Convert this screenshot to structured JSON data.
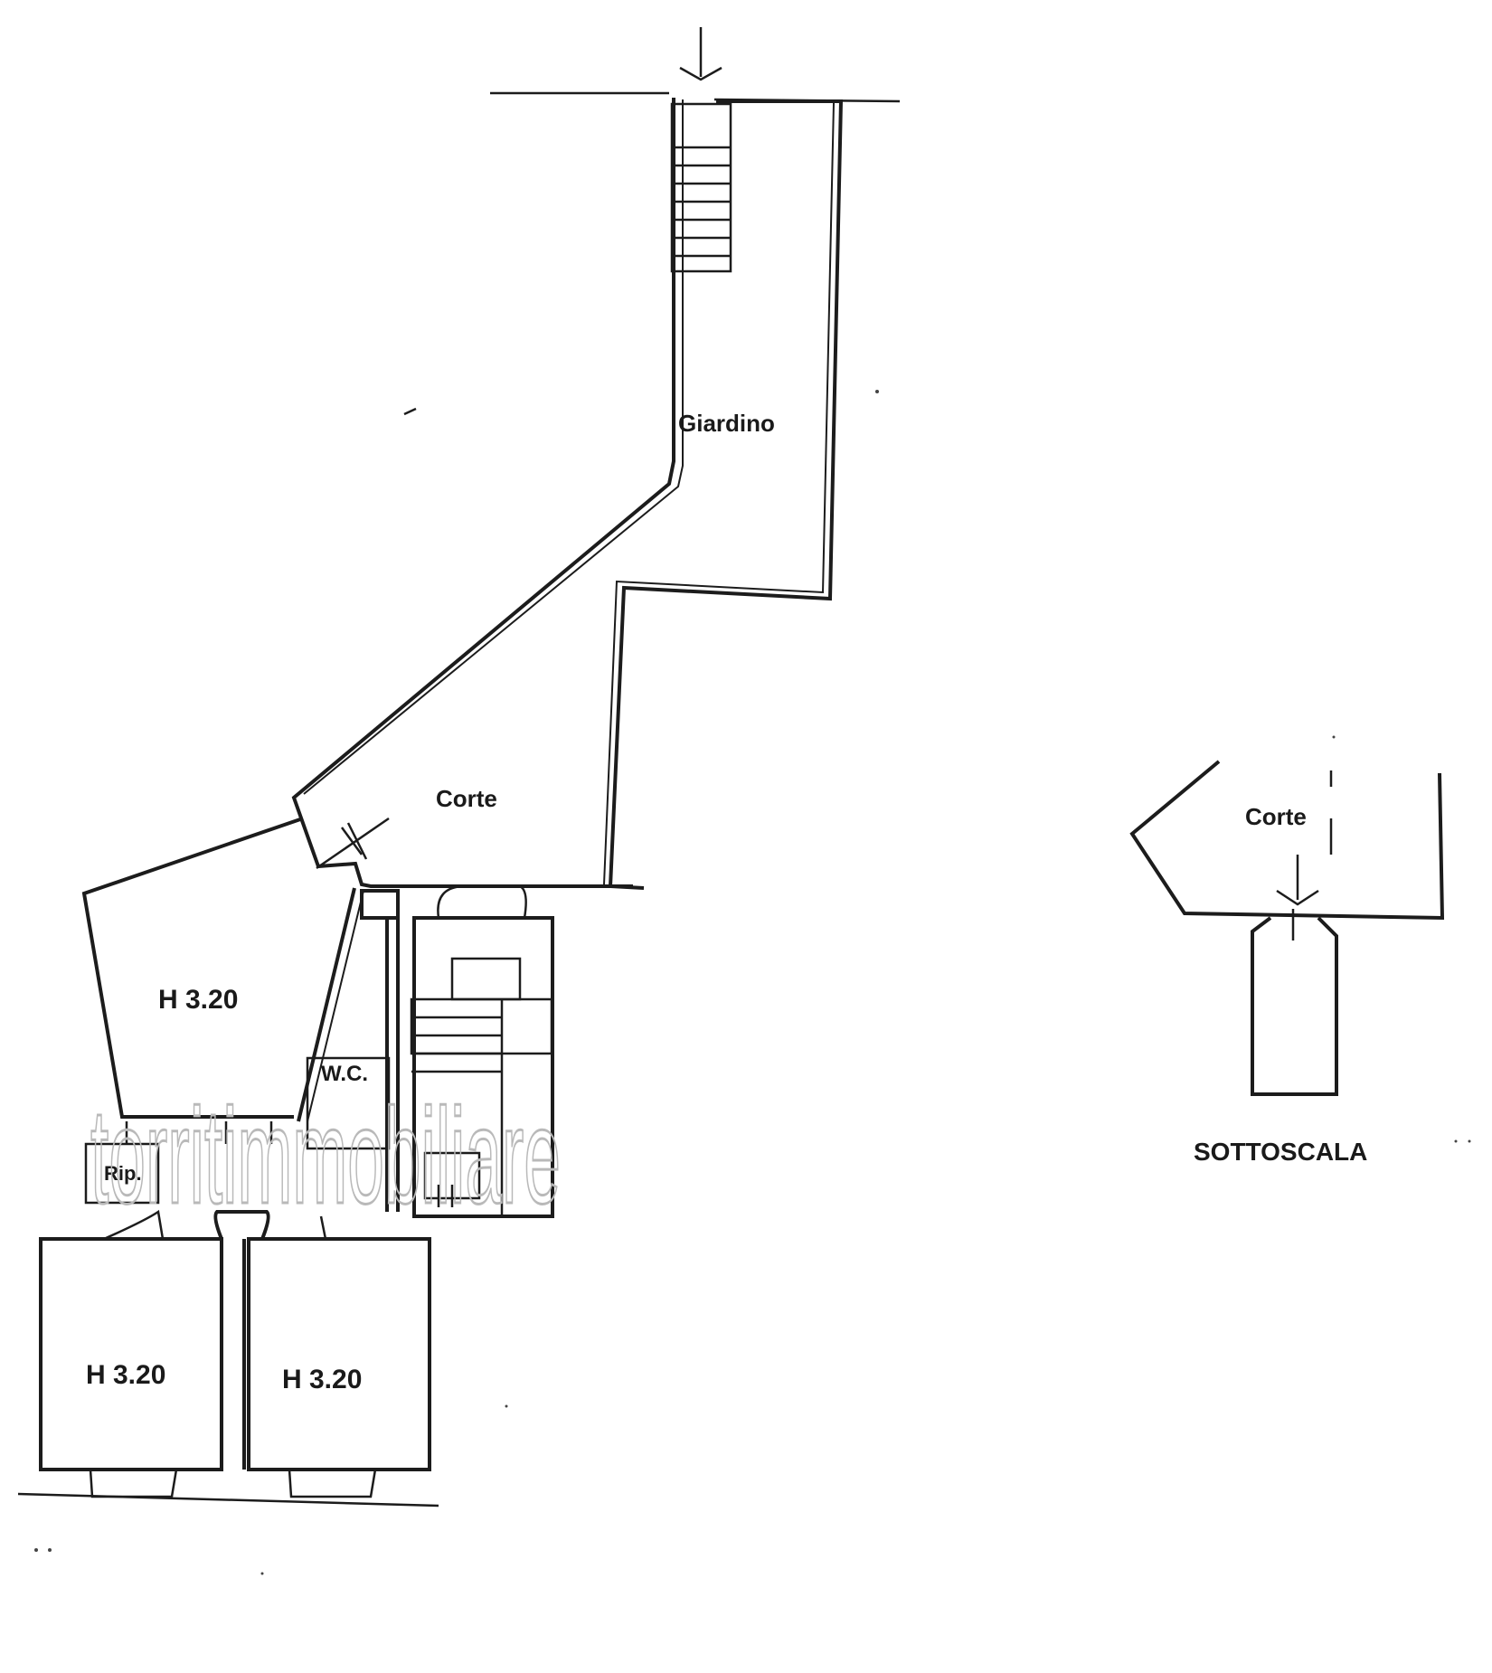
{
  "plan": {
    "rooms": {
      "giardino": "Giardino",
      "corte_main": "Corte",
      "room_top": "H 3.20",
      "room_bottom_left": "H 3.20",
      "room_bottom_right": "H 3.20",
      "wc": "W.C.",
      "rip": "Rip.",
      "corte_sottoscala": "Corte"
    },
    "sottoscala_title": "SOTTOSCALA",
    "watermark": "torritimmobiliare"
  },
  "colors": {
    "wall": "#1c1c1c",
    "watermark": "#b9b9b9",
    "background": "#ffffff"
  }
}
